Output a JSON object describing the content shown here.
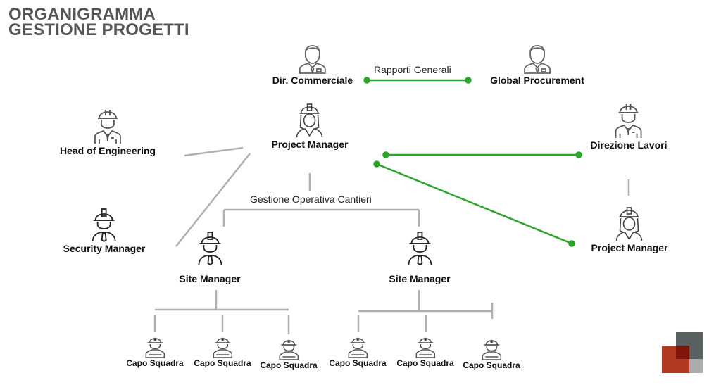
{
  "title": {
    "line1": "ORGANIGRAMMA",
    "line2": "GESTIONE PROGETTI"
  },
  "relations": {
    "general": "Rapporti Generali",
    "operational": "Gestione Operativa Cantieri"
  },
  "colors": {
    "green_link": "#2aa52a",
    "gray_link": "#b0b0b0",
    "title": "#555555",
    "logo_red": "#b33a22",
    "logo_dark": "#5a6062",
    "logo_light": "#a8acad"
  },
  "nodes": {
    "dir_commerciale": {
      "label": "Dir. Commerciale",
      "icon": "businessman-icon"
    },
    "global_procurement": {
      "label": "Global Procurement",
      "icon": "businessman-icon"
    },
    "head_engineering": {
      "label": "Head of Engineering",
      "icon": "engineer-helmet-icon"
    },
    "project_manager_main": {
      "label": "Project Manager",
      "icon": "female-engineer-icon"
    },
    "direzione_lavori": {
      "label": "Direzione Lavori",
      "icon": "engineer-helmet-icon"
    },
    "project_manager_dl": {
      "label": "Project Manager",
      "icon": "female-engineer-icon"
    },
    "security_manager": {
      "label": "Security Manager",
      "icon": "worker-helmet-icon"
    },
    "site_manager_1": {
      "label": "Site Manager",
      "icon": "worker-helmet-icon"
    },
    "site_manager_2": {
      "label": "Site Manager",
      "icon": "worker-helmet-icon"
    },
    "capo_squadra": [
      {
        "label": "Capo Squadra",
        "icon": "worker-cap-icon"
      },
      {
        "label": "Capo Squadra",
        "icon": "worker-cap-icon"
      },
      {
        "label": "Capo Squadra",
        "icon": "worker-cap-icon"
      },
      {
        "label": "Capo Squadra",
        "icon": "worker-cap-icon"
      },
      {
        "label": "Capo Squadra",
        "icon": "worker-cap-icon"
      },
      {
        "label": "Capo Squadra",
        "icon": "worker-cap-icon"
      }
    ]
  },
  "logo": {
    "icon": "brand-squares-logo"
  }
}
